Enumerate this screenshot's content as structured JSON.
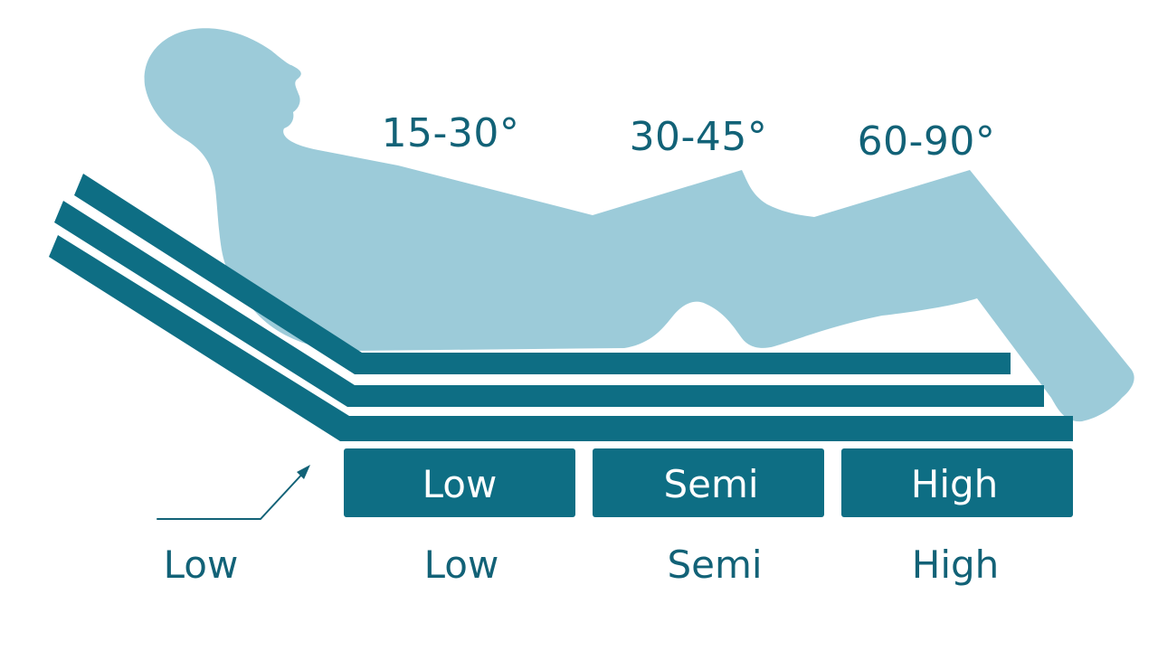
{
  "colors": {
    "body": "#9ccbd9",
    "bed": "#0e6e84",
    "text": "#126277",
    "block_text": "#ffffff",
    "background": "#ffffff"
  },
  "angles": [
    {
      "label": "15-30°"
    },
    {
      "label": "30-45°"
    },
    {
      "label": "60-90°"
    }
  ],
  "blocks": [
    {
      "label": "Low"
    },
    {
      "label": "Semi"
    },
    {
      "label": "High"
    }
  ],
  "bottom_labels": [
    {
      "label": "Low"
    },
    {
      "label": "Low"
    },
    {
      "label": "Semi"
    },
    {
      "label": "High"
    }
  ],
  "icons": {
    "pointer": "arrow-up-right-icon",
    "figure": "reclining-person-icon"
  }
}
